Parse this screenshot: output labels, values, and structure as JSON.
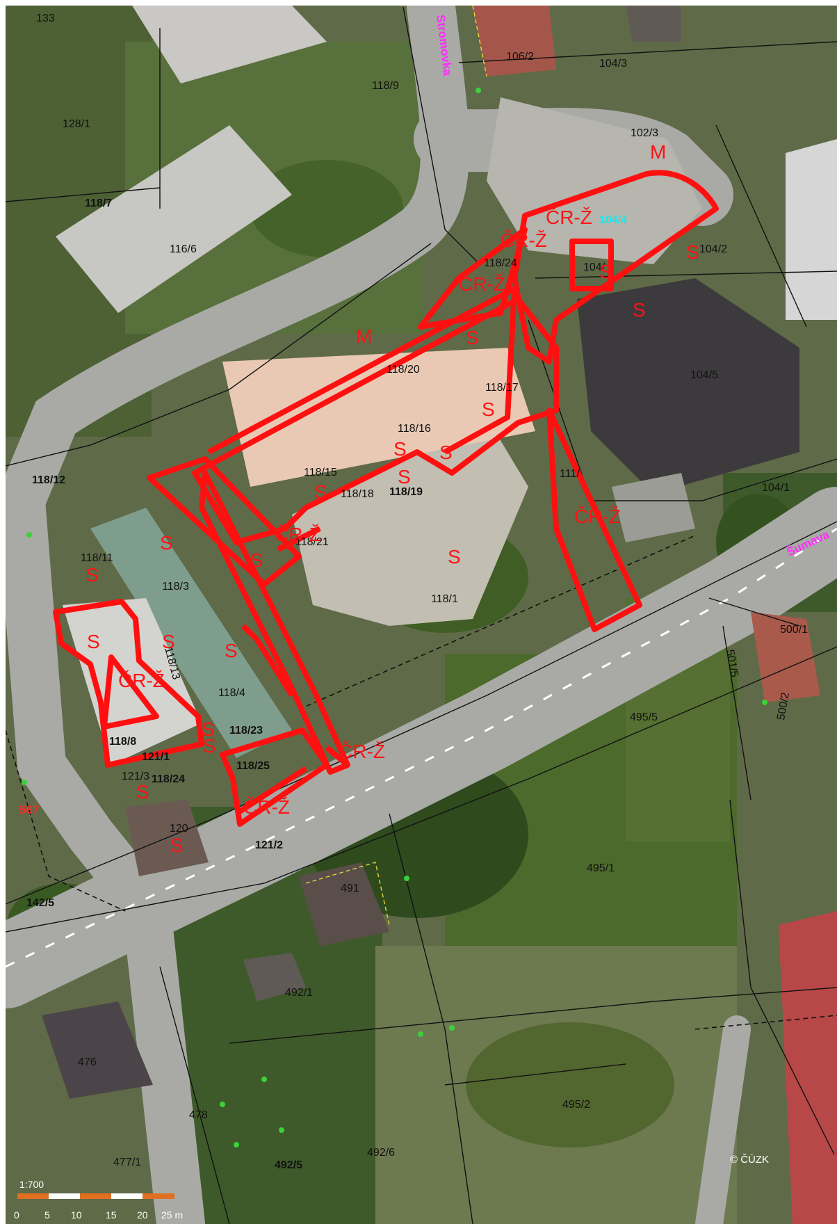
{
  "map": {
    "parcels": [
      "133",
      "106/2",
      "104/3",
      "118/9",
      "128/1",
      "102/3",
      "118/7",
      "116/6",
      "104/4",
      "104/2",
      "118/24",
      "104/",
      "118/20",
      "118/17",
      "104/5",
      "118/16",
      "118/15",
      "118/18",
      "118/19",
      "111/",
      "104/1",
      "118/12",
      "118/21",
      "118/11",
      "118/3",
      "118/1",
      "118/13",
      "500/1",
      "501/5",
      "118/4",
      "495/5",
      "118/23",
      "118/8",
      "121/1",
      "118/25",
      "121/3",
      "118/24",
      "500/2",
      "567",
      "120",
      "121/2",
      "495/1",
      "142/5",
      "491",
      "492/1",
      "476",
      "495/2",
      "478",
      "477/1",
      "492/5",
      "492/6"
    ],
    "streets": [
      "Stromovka",
      "Šumava"
    ],
    "zone_labels": [
      "M",
      "ČR-Ž",
      "S"
    ],
    "scale": {
      "ratio": "1:700",
      "ticks": [
        "0",
        "5",
        "10",
        "15",
        "20",
        "25 m"
      ]
    },
    "copyright": "© ČÚZK",
    "colors": {
      "zone_outline": "#ff1010",
      "street_label": "#ff2bff",
      "highlight_parcel": "#1fe6e6"
    }
  }
}
